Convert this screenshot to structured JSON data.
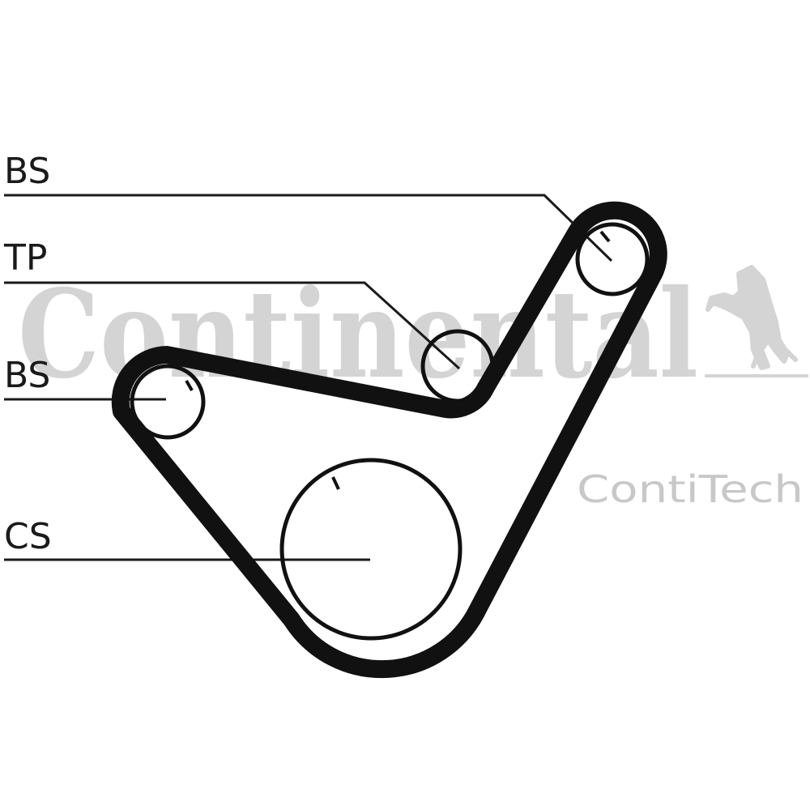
{
  "watermark": {
    "brand": "Continental",
    "sub_brand": "ContiTech",
    "logo_icon": "rearing-horse-icon",
    "color": "#d4d4d4"
  },
  "diagram": {
    "belt_color": "#111111",
    "labels": [
      {
        "key": "bs_top",
        "text": "BS"
      },
      {
        "key": "tp",
        "text": "TP"
      },
      {
        "key": "bs_left",
        "text": "BS"
      },
      {
        "key": "cs",
        "text": "CS"
      }
    ]
  }
}
